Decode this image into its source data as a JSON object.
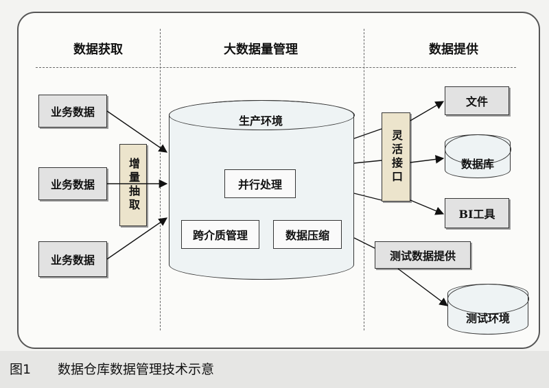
{
  "columns": {
    "acquire": "数据获取",
    "manage": "大数据量管理",
    "provide": "数据提供"
  },
  "sources": [
    "业务数据",
    "业务数据",
    "业务数据"
  ],
  "incremental": "增量抽取",
  "production": {
    "title": "生产环境",
    "parallel": "并行处理",
    "crossmedia": "跨介质管理",
    "compress": "数据压缩"
  },
  "interface": "灵活接口",
  "outputs": {
    "file": "文件",
    "database": "数据库",
    "bi": "BI工具"
  },
  "test_provide": "测试数据提供",
  "test_env": "测试环境",
  "caption": {
    "number": "图1",
    "text": "数据仓库数据管理技术示意"
  }
}
